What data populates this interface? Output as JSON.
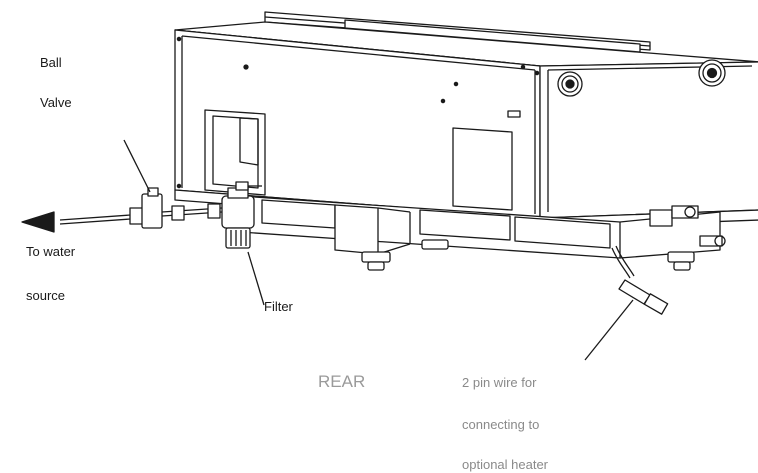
{
  "labels": {
    "ball": "Ball",
    "valve": "Valve",
    "to_water": "To water",
    "source": "source",
    "filter": "Filter",
    "rear": "REAR",
    "wire_line1": "2 pin wire for",
    "wire_line2": "connecting to",
    "wire_line3": "optional heater"
  },
  "colors": {
    "line": "#1a1a1a",
    "label": "#1a1a1a",
    "muted_label": "#8a8a8a"
  }
}
